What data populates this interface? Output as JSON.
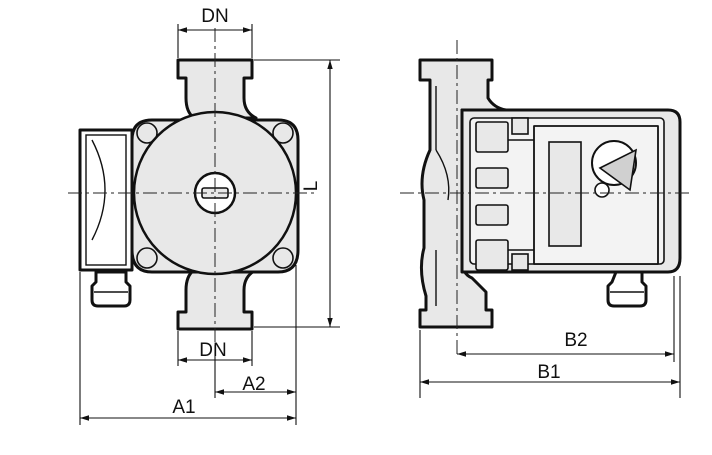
{
  "labels": {
    "dn_top": "DN",
    "dn_bottom": "DN",
    "l": "L",
    "a1": "A1",
    "a2": "A2",
    "b1": "B1",
    "b2": "B2"
  }
}
